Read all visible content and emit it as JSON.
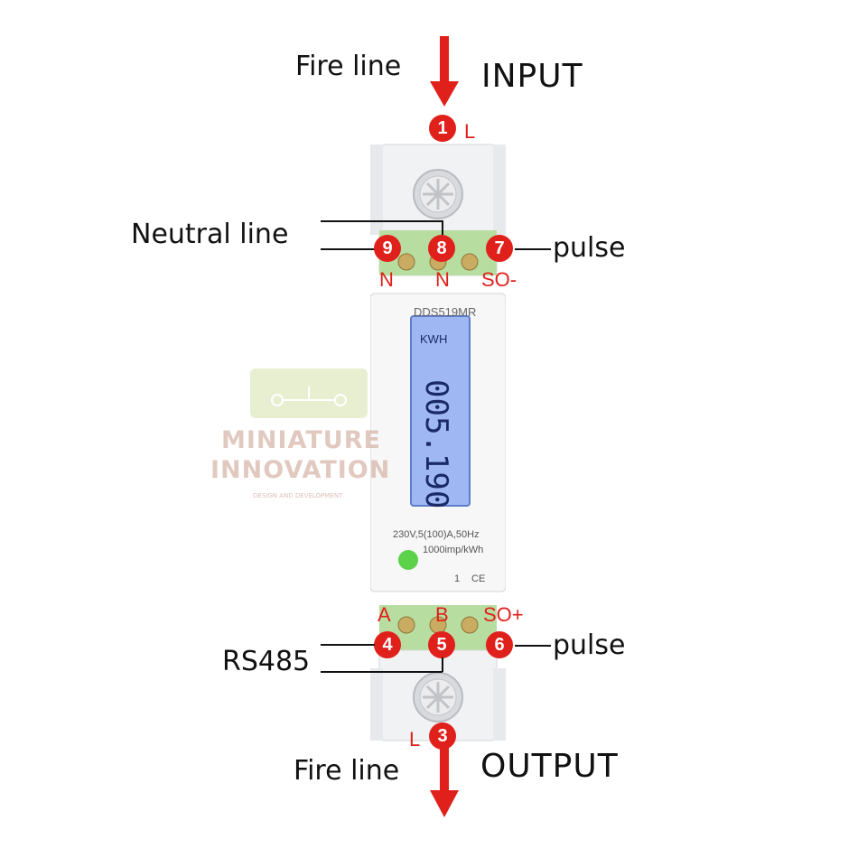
{
  "labels": {
    "input": "INPUT",
    "output": "OUTPUT",
    "fire_line_top": "Fire  line",
    "fire_line_bottom": "Fire  line",
    "neutral_line": "Neutral line",
    "pulse_top": "pulse",
    "pulse_bottom": "pulse",
    "rs485": "RS485"
  },
  "terminals": {
    "t1": "1",
    "t1_tag": "L",
    "t2": "9",
    "t2_tag": "N",
    "t3": "8",
    "t3_tag": "N",
    "t4": "7",
    "t4_tag": "SO-",
    "t5": "4",
    "t5_tag": "A",
    "t6": "5",
    "t6_tag": "B",
    "t7": "6",
    "t7_tag": "SO+",
    "t8": "3",
    "t8_tag": "L"
  },
  "device": {
    "model": "DDS519MR",
    "unit": "KWH",
    "reading": "005.190",
    "spec_line1": "230V,5(100)A,50Hz",
    "spec_line2": "1000imp/kWh",
    "class_mark": "1",
    "ce_mark": "CE"
  },
  "watermark": {
    "line1": "MINIATURE",
    "line2": "INNOVATION",
    "line3": "DESIGN AND DEVELOPMENT"
  },
  "colors": {
    "accent_red": "#e0201b",
    "lcd_blue": "#9fb8f4",
    "terminal_green": "#b8dda0",
    "led_green": "#5bd24a"
  }
}
